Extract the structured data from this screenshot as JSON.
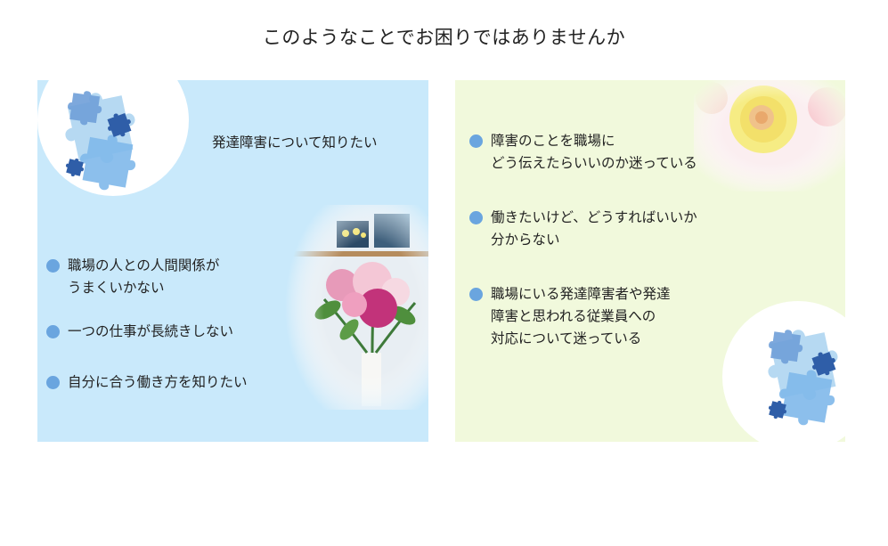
{
  "heading": "このようなことでお困りではありませんか",
  "left_panel": {
    "topic": "発達障害について知りたい",
    "items": [
      {
        "lines": [
          "職場の人との人間関係が",
          "うまくいかない"
        ]
      },
      {
        "lines": [
          "一つの仕事が長続きしない"
        ]
      },
      {
        "lines": [
          "自分に合う働き方を知りたい"
        ]
      }
    ]
  },
  "right_panel": {
    "items": [
      {
        "lines": [
          "障害のことを職場に",
          "どう伝えたらいいのか迷っている"
        ]
      },
      {
        "lines": [
          "働きたいけど、どうすればいいか",
          "分からない"
        ]
      },
      {
        "lines": [
          "職場にいる発達障害者や発達",
          "障害と思われる従業員への",
          "対応について迷っている"
        ]
      }
    ]
  },
  "colors": {
    "left_panel_bg": "#c9e9fb",
    "right_panel_bg": "#f1f9dc",
    "bullet": "#6aa5df",
    "puzzle_light": "#a9d2f0",
    "puzzle_mid": "#6f9fd8",
    "puzzle_dark": "#2f5ea8"
  },
  "icons": {
    "puzzle": "puzzle-pieces-icon",
    "bullet": "circle-bullet-icon"
  }
}
